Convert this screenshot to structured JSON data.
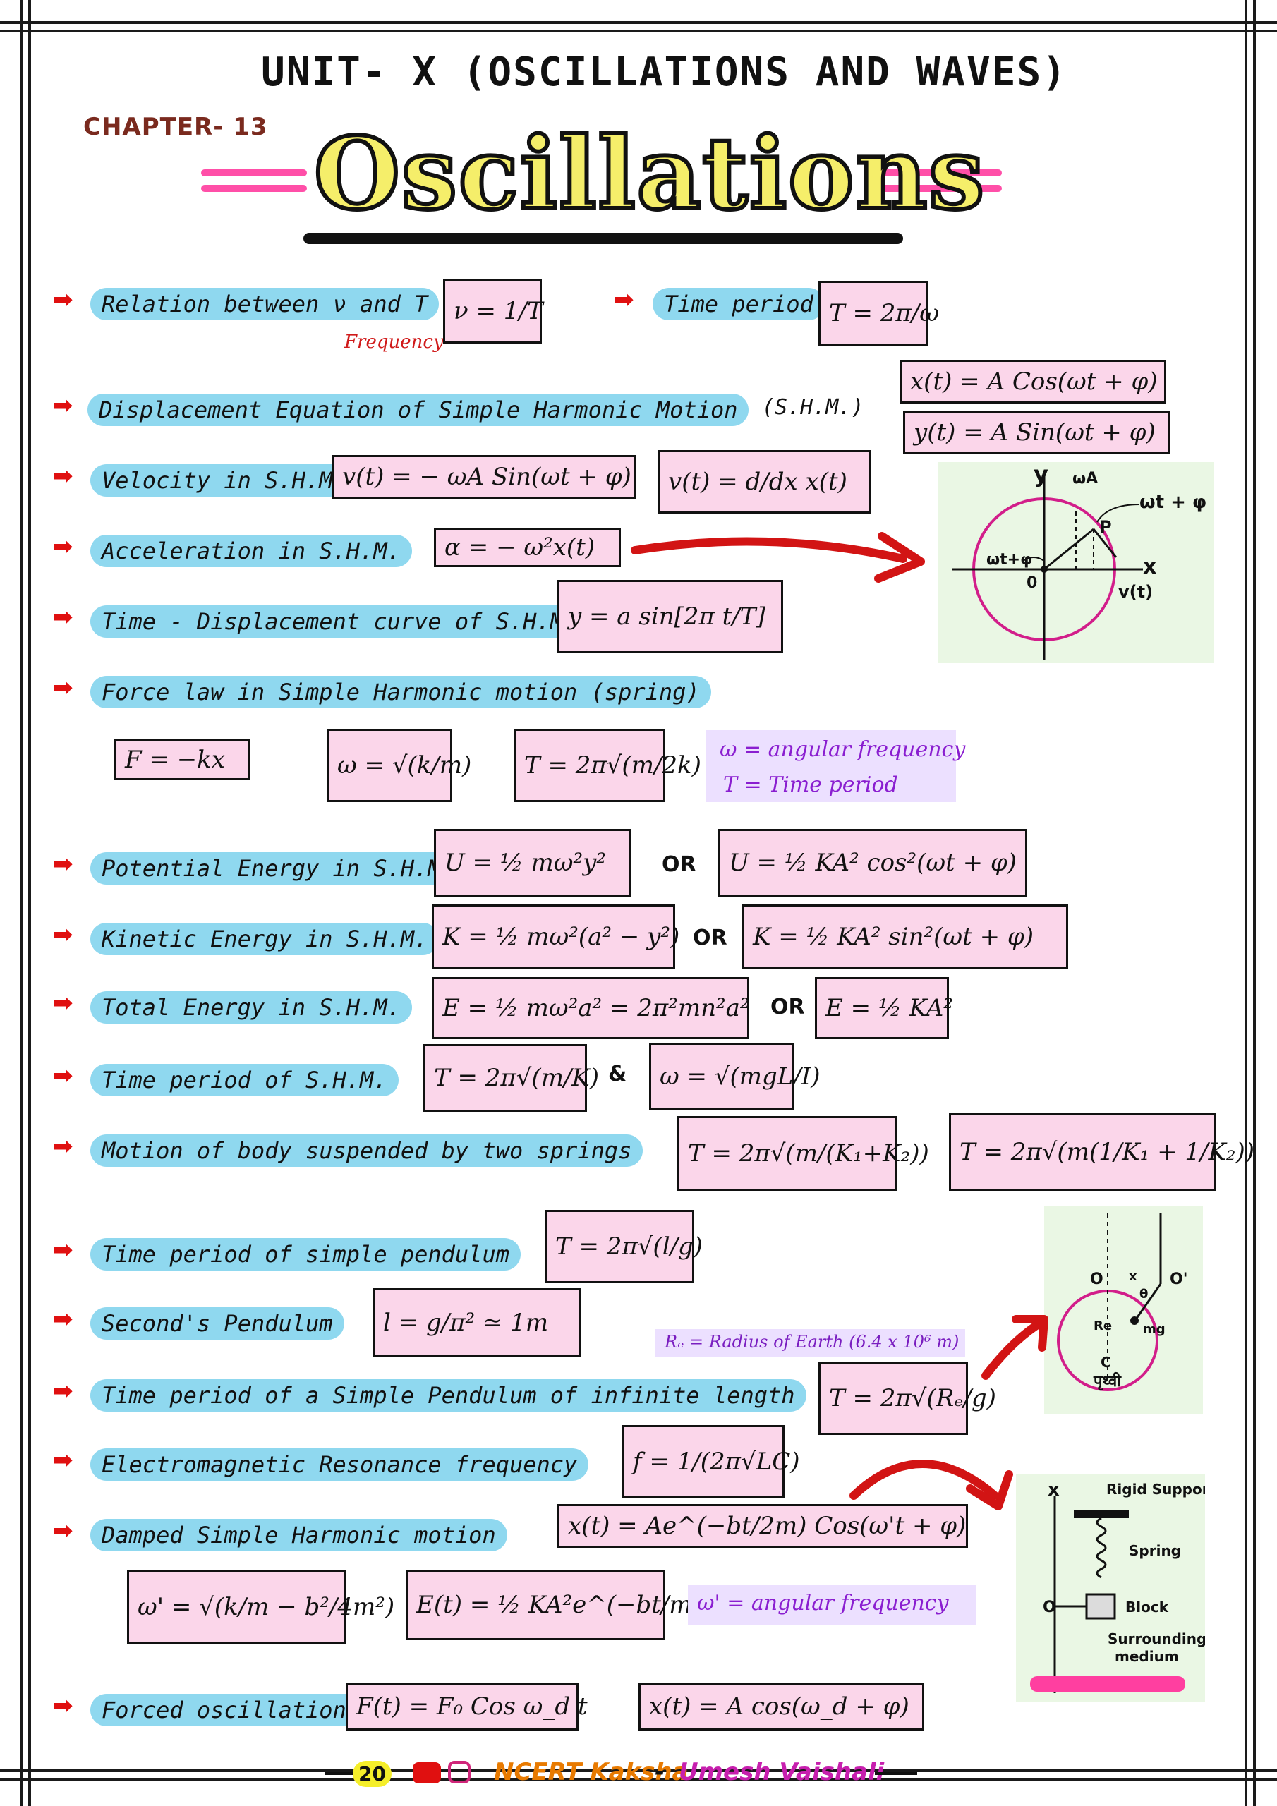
{
  "header": {
    "unit": "UNIT- X (OSCILLATIONS AND WAVES)",
    "chapter": "CHAPTER- 13",
    "title": "Oscillations"
  },
  "rows": {
    "relation": {
      "label": "Relation between ν and T",
      "frequency_note": "Frequency",
      "formula": "ν = 1/T"
    },
    "time_period": {
      "label": "Time period",
      "formula": "T = 2π/ω"
    },
    "displacement": {
      "label": "Displacement Equation of Simple Harmonic Motion",
      "abbrev": "(S.H.M.)",
      "formula_x": "x(t) = A Cos(ωt + φ)",
      "formula_y": "y(t) = A Sin(ωt + φ)"
    },
    "velocity": {
      "label": "Velocity in S.H.M.",
      "formula_1": "v(t) = − ωA Sin(ωt + φ)",
      "formula_2": "v(t) = d/dx x(t)"
    },
    "acceleration": {
      "label": "Acceleration in S.H.M.",
      "formula": "α = − ω²x(t)"
    },
    "time_displacement": {
      "label": "Time - Displacement curve of S.H.M.",
      "formula": "y = a sin[2π t/T]"
    },
    "force_law": {
      "label": "Force law in Simple Harmonic motion (spring)",
      "formula_f": "F = −kx",
      "formula_w": "ω = √(k/m)",
      "formula_t": "T = 2π√(m/2k)",
      "note_w": "ω = angular frequency",
      "note_t": "T = Time period"
    },
    "potential": {
      "label": "Potential Energy in S.H.M.",
      "formula_1": "U = ½ mω²y²",
      "formula_2": "U = ½ KA² cos²(ωt + φ)"
    },
    "kinetic": {
      "label": "Kinetic Energy in S.H.M.",
      "formula_1": "K = ½ mω²(a² − y²)",
      "formula_2": "K = ½ KA² sin²(ωt + φ)"
    },
    "total": {
      "label": "Total Energy in S.H.M.",
      "formula_1": "E = ½ mω²a² = 2π²mn²a²",
      "formula_2": "E = ½ KA²"
    },
    "period_shm": {
      "label": "Time period of S.H.M.",
      "formula_1": "T = 2π√(m/K)",
      "amp": "&",
      "formula_2": "ω = √(mgL/I)"
    },
    "two_springs": {
      "label": "Motion of body suspended by two springs",
      "formula_1": "T = 2π√(m/(K₁+K₂))",
      "formula_2": "T = 2π√(m(1/K₁ + 1/K₂))"
    },
    "pendulum": {
      "label": "Time period of simple pendulum",
      "formula": "T = 2π√(l/g)"
    },
    "second": {
      "label": "Second's Pendulum",
      "formula": "l = g/π² ≃ 1m"
    },
    "infinite": {
      "label": "Time period of a Simple Pendulum of infinite length",
      "note": "Rₑ = Radius of Earth (6.4 x 10⁶ m)",
      "formula": "T = 2π√(Rₑ/g)"
    },
    "em_resonance": {
      "label": "Electromagnetic Resonance frequency",
      "formula": "f = 1/(2π√LC)"
    },
    "damped": {
      "label": "Damped Simple Harmonic motion",
      "formula": "x(t) = Ae^(−bt/2m) Cos(ω't + φ)",
      "formula_w": "ω' = √(k/m − b²/4m²)",
      "formula_e": "E(t) = ½ KA²e^(−bt/m)",
      "note": "ω' = angular frequency"
    },
    "forced": {
      "label": "Forced oscillations",
      "formula_1": "F(t) = F₀ Cos ω_d t",
      "formula_2": "x(t) = A cos(ω_d + φ)"
    }
  },
  "diagrams": {
    "circle": {
      "y": "y",
      "x": "x",
      "wA": "ωA",
      "wtphi_top": "ωt + φ",
      "p": "P",
      "wtphi_left": "ωt+φ",
      "o": "0",
      "vt": "v(t)"
    },
    "pendulum": {
      "o": "O",
      "o_prime": "O'",
      "x": "x",
      "theta": "θ",
      "re": "Re",
      "mg": "mg",
      "c": "C",
      "earth": "पृथ्वी"
    },
    "spring": {
      "x": "x",
      "rigid": "Rigid Support",
      "spring": "Spring",
      "o": "O",
      "block": "Block",
      "medium_1": "Surrounding",
      "medium_2": "medium"
    }
  },
  "footer": {
    "page": "20",
    "brand_1": "NCERT Kaksha",
    "dash": "-",
    "brand_2": "Umesh Vaishali"
  },
  "colors": {
    "label_bg": "#8fd8ef",
    "box_bg": "#fbd6ea",
    "accent_red": "#e01010",
    "note_purple": "#8a1ed0",
    "title_yellow": "#f5ee6a"
  }
}
